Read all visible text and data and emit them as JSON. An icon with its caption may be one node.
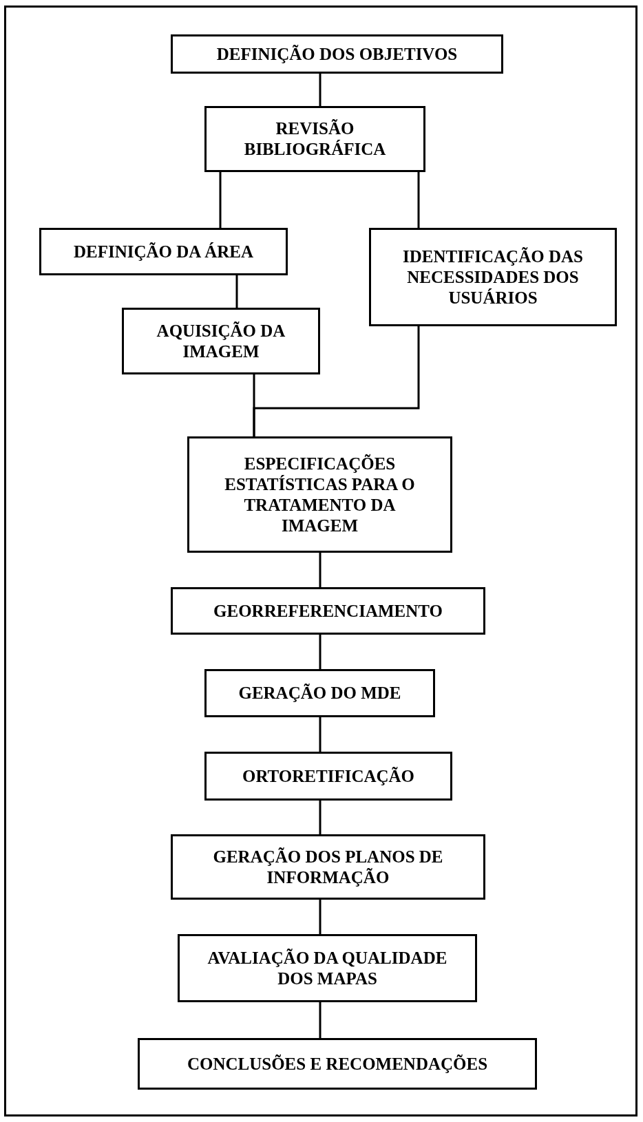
{
  "diagram": {
    "nodes": [
      {
        "text": [
          "DEFINIÇÃO DOS OBJETIVOS"
        ]
      },
      {
        "text": [
          "REVISÃO BIBLIOGRÁFICA"
        ]
      },
      {
        "text": [
          "DEFINIÇÃO DA ÁREA"
        ]
      },
      {
        "text": [
          "IDENTIFICAÇÃO DAS NECESSIDADES DOS USUÁRIOS"
        ]
      },
      {
        "text": [
          "AQUISIÇÃO DA IMAGEM"
        ]
      },
      {
        "text": [
          "ESPECIFICAÇÕES ESTATÍSTICAS PARA O TRATAMENTO DA IMAGEM"
        ]
      },
      {
        "text": [
          "GEORREFERENCIAMENTO"
        ]
      },
      {
        "text": [
          "GERAÇÃO DO MDE"
        ]
      },
      {
        "text": [
          "ORTORETIFICAÇÃO"
        ]
      },
      {
        "text": [
          "GERAÇÃO DOS PLANOS DE INFORMAÇÃO"
        ]
      },
      {
        "text": [
          "AVALIAÇÃO DA QUALIDADE DOS MAPAS"
        ]
      },
      {
        "text": [
          "CONCLUSÕES E RECOMENDAÇÕES"
        ]
      }
    ],
    "edges": [
      {
        "from": 0,
        "to": 1,
        "arrow": "none"
      },
      {
        "from": 1,
        "to": 2,
        "arrow": "none"
      },
      {
        "from": 1,
        "to": 3,
        "arrow": "none"
      },
      {
        "from": 2,
        "to": 4,
        "arrow": "none"
      },
      {
        "from": 4,
        "to": 5,
        "arrow": "none"
      },
      {
        "from": 3,
        "to": 5,
        "arrow": "none"
      },
      {
        "from": 5,
        "to": 6,
        "arrow": "none"
      },
      {
        "from": 6,
        "to": 7,
        "arrow": "none"
      },
      {
        "from": 7,
        "to": 8,
        "arrow": "none"
      },
      {
        "from": 8,
        "to": 9,
        "arrow": "none"
      },
      {
        "from": 9,
        "to": 10,
        "arrow": "none"
      },
      {
        "from": 10,
        "to": 11,
        "arrow": "none"
      }
    ]
  }
}
